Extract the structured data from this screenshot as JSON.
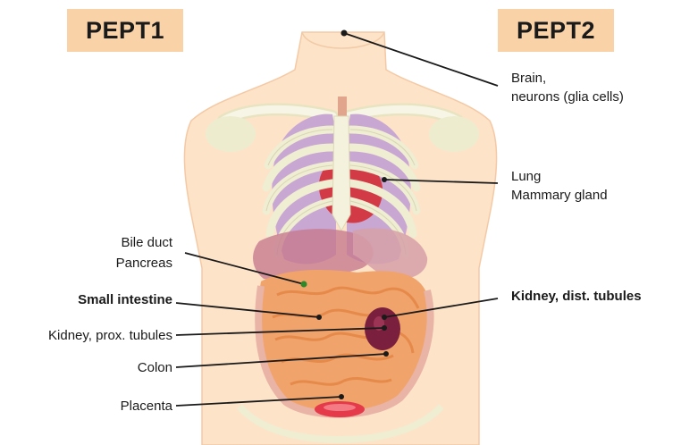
{
  "headers": {
    "left": "PEPT1",
    "right": "PEPT2"
  },
  "labels_left": {
    "bile_duct": "Bile duct",
    "pancreas": "Pancreas",
    "small_intestine": "Small intestine",
    "kidney_prox": "Kidney, prox. tubules",
    "colon": "Colon",
    "placenta": "Placenta"
  },
  "labels_right": {
    "brain": "Brain,",
    "neurons": "neurons (glia cells)",
    "lung": "Lung",
    "mammary": "Mammary gland",
    "kidney_dist": "Kidney, dist. tubules"
  },
  "colors": {
    "header_bg": "#f9d2a8",
    "skin": "#fde3c8",
    "bone": "#f2f0d6",
    "lung": "#c9a7d3",
    "heart": "#d23a45",
    "liver": "#c77b8e",
    "intestine": "#f0a36a",
    "kidney": "#7a1f3d"
  }
}
